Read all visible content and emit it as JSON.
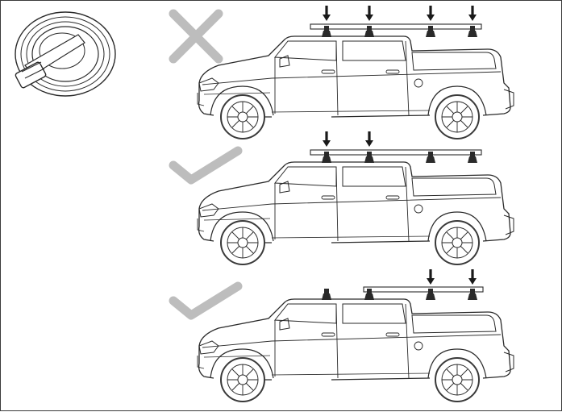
{
  "figure": {
    "items": [
      {
        "id": "strap",
        "icon": "ratchet-strap-icon"
      },
      {
        "id": "panel-1",
        "verdict": "incorrect",
        "verdict_icon": "cross-icon",
        "pressure_points": [
          1,
          2,
          3,
          4
        ]
      },
      {
        "id": "panel-2",
        "verdict": "correct",
        "verdict_icon": "check-icon",
        "pressure_points": [
          1,
          2
        ]
      },
      {
        "id": "panel-3",
        "verdict": "correct",
        "verdict_icon": "check-icon",
        "pressure_points": [
          3,
          4
        ]
      }
    ],
    "colors": {
      "line": "#2a2a2a",
      "verdict_mark": "#bdbdbd",
      "frame": "#3a3a3a",
      "tire": "#3a3a3a"
    }
  }
}
